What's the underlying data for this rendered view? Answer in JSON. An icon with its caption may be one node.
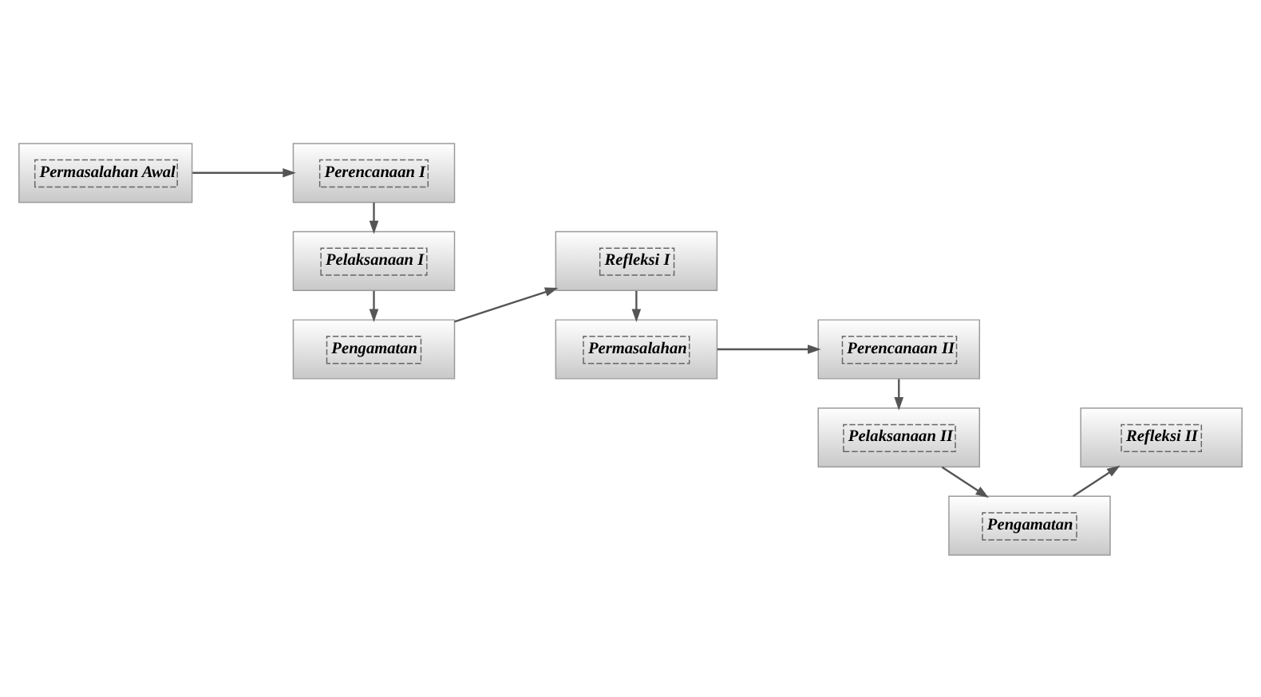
{
  "diagram": {
    "nodes": [
      {
        "text": [
          "Permasalahan Awal"
        ]
      },
      {
        "text": [
          "Perencanaan I"
        ]
      },
      {
        "text": [
          "Refleksi I"
        ]
      },
      {
        "text": [
          "Pelaksanaan I"
        ]
      },
      {
        "text": [
          "Pengamatan"
        ]
      },
      {
        "text": [
          "Permasalahan"
        ]
      },
      {
        "text": [
          "Perencanaan II"
        ]
      },
      {
        "text": [
          "Refleksi II"
        ]
      },
      {
        "text": [
          "Pelaksanaan II"
        ]
      },
      {
        "text": [
          "Pengamatan"
        ]
      }
    ],
    "edges": [
      {
        "from": 0,
        "to": 1,
        "arrow": "to"
      },
      {
        "from": 1,
        "to": 3,
        "arrow": "to"
      },
      {
        "from": 3,
        "to": 4,
        "arrow": "to"
      },
      {
        "from": 4,
        "to": 2,
        "arrow": "to"
      },
      {
        "from": 2,
        "to": 5,
        "arrow": "to"
      },
      {
        "from": 5,
        "to": 6,
        "arrow": "to"
      },
      {
        "from": 6,
        "to": 8,
        "arrow": "to"
      },
      {
        "from": 8,
        "to": 9,
        "arrow": "to"
      },
      {
        "from": 9,
        "to": 7,
        "arrow": "to"
      }
    ]
  }
}
